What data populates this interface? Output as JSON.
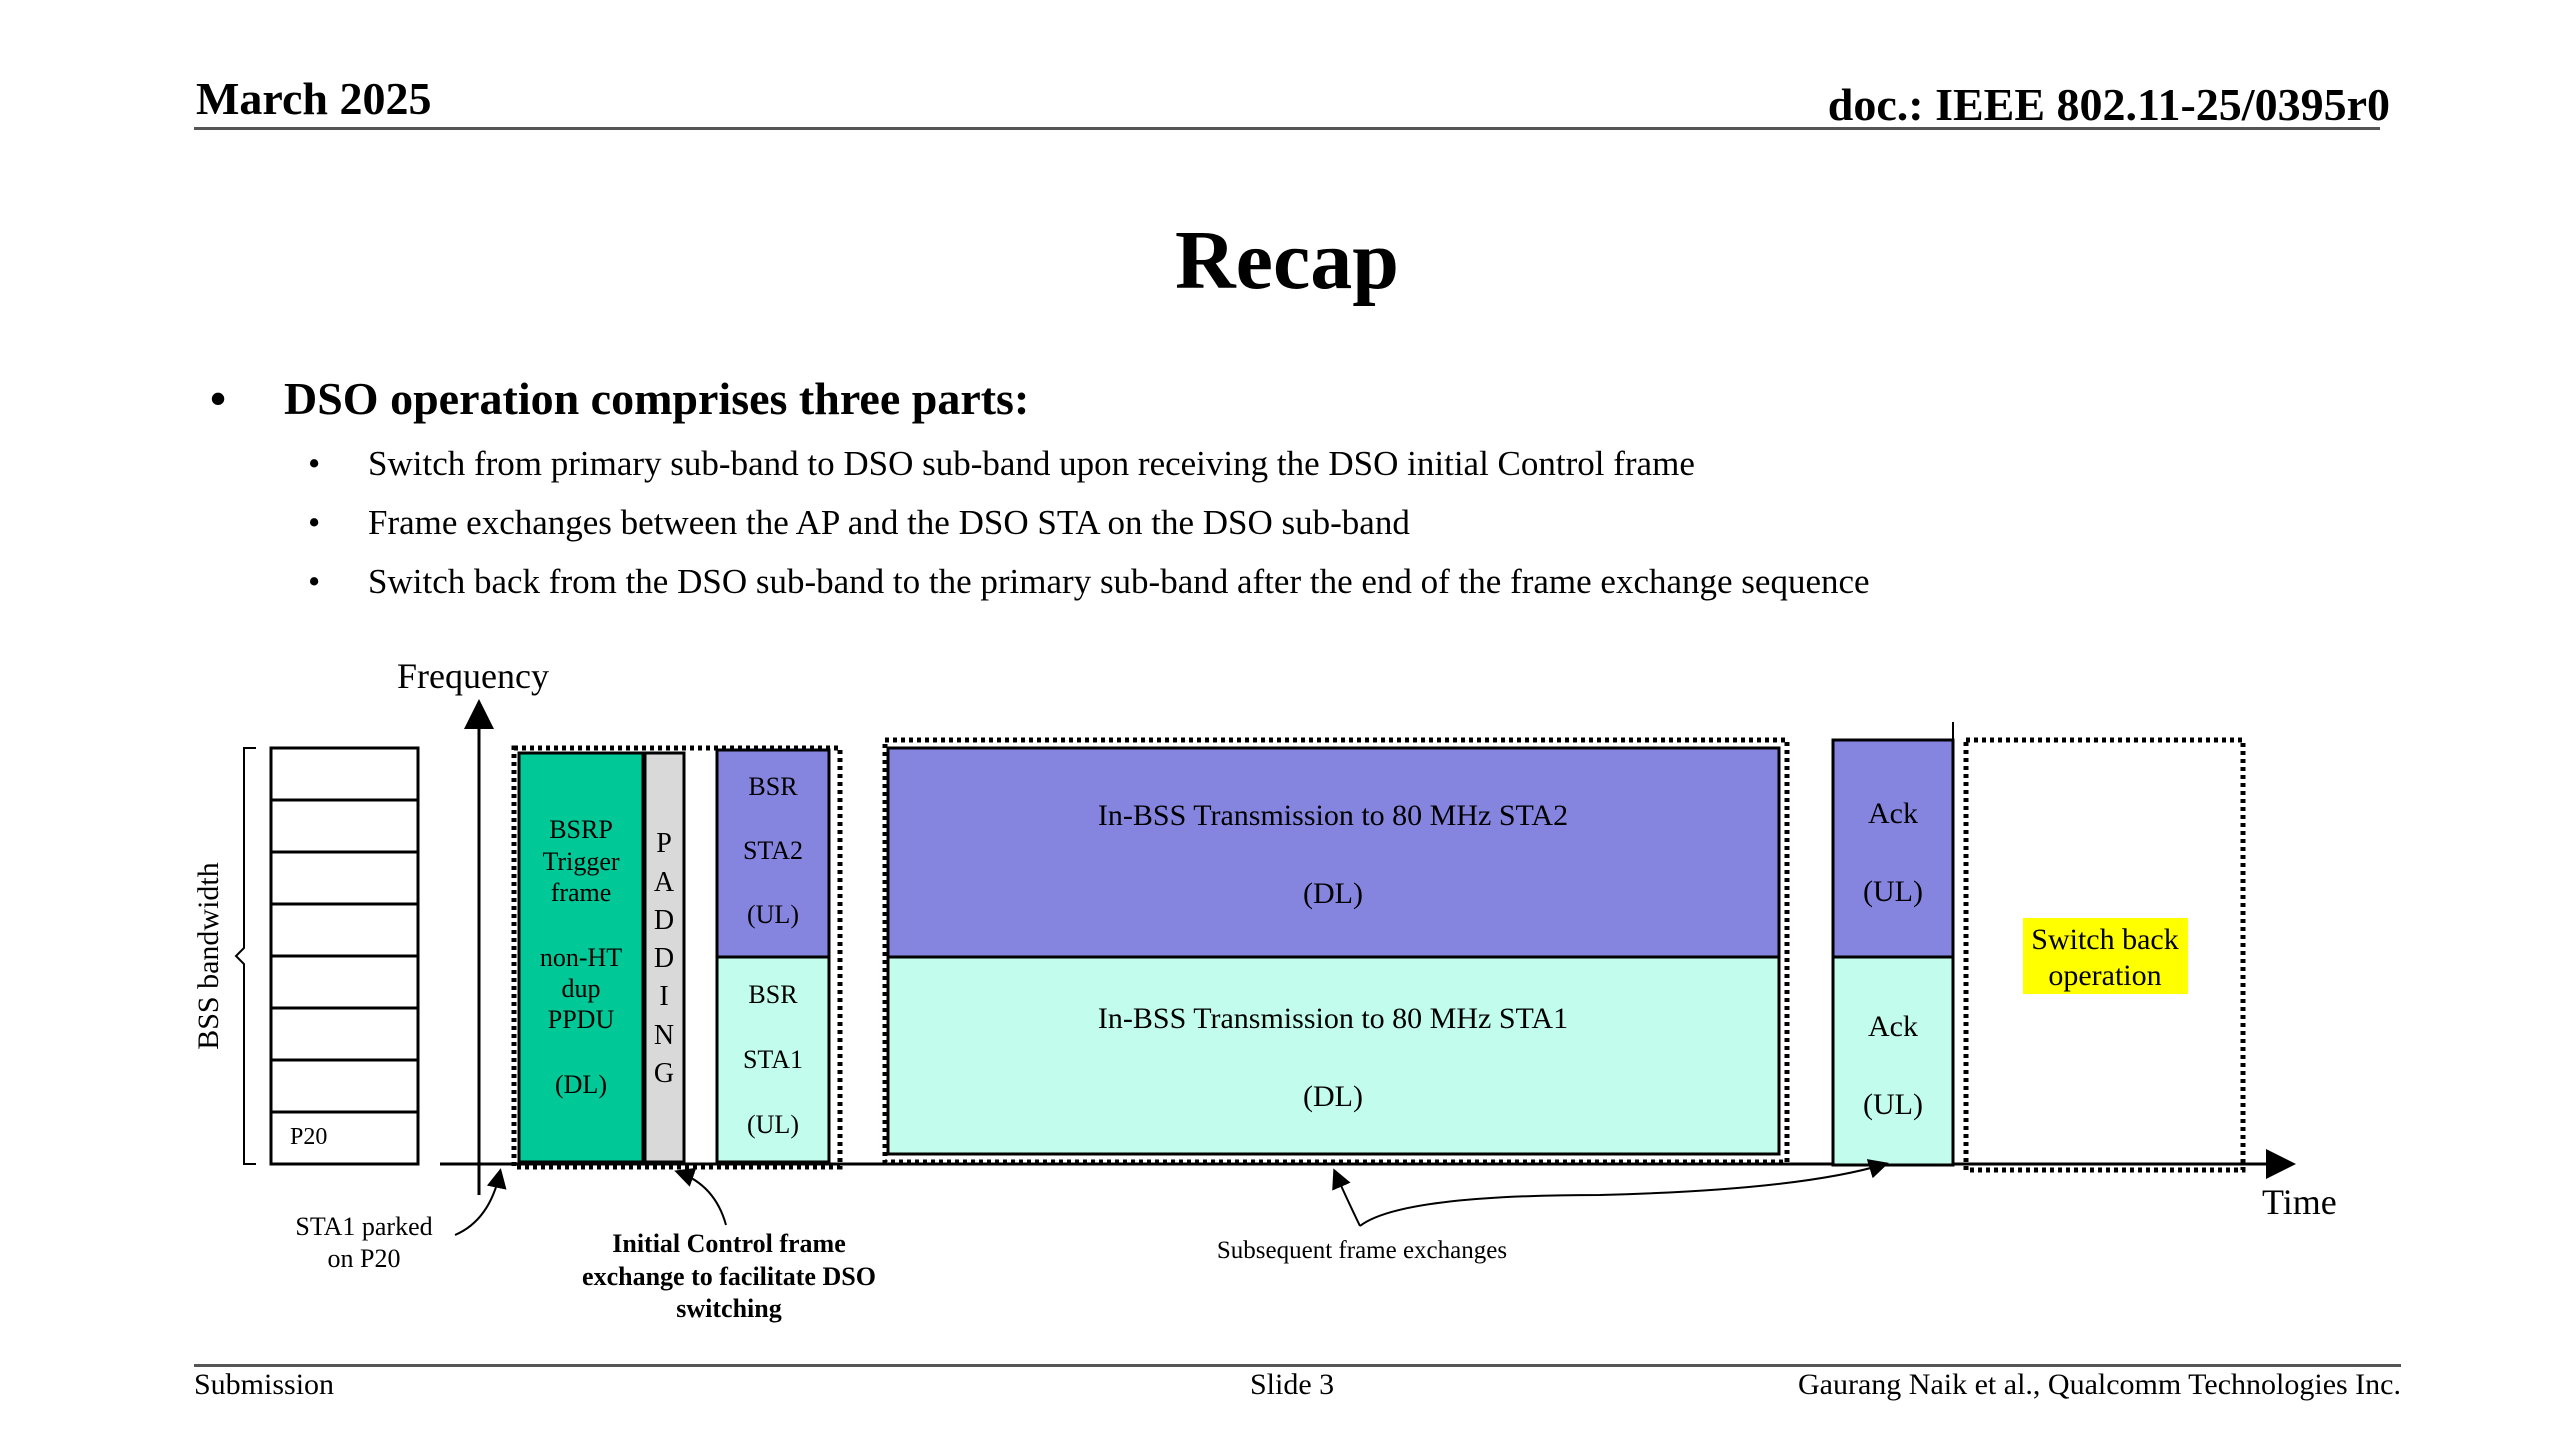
{
  "header": {
    "date": "March 2025",
    "doc": "doc.: IEEE 802.11-25/0395r0"
  },
  "title": "Recap",
  "bullet": {
    "main": "DSO operation comprises three parts:",
    "subs": [
      "Switch from primary sub-band to DSO sub-band upon receiving the DSO initial Control frame",
      "Frame exchanges between the AP and the DSO STA on the DSO sub-band",
      "Switch back from the DSO sub-band to the primary sub-band after the end of the frame exchange sequence"
    ]
  },
  "diagram": {
    "y_axis_label": "Frequency",
    "x_axis_label": "Time",
    "bss_label": "BSS bandwidth",
    "p20": "P20",
    "bsrp": [
      "BSRP",
      "Trigger",
      "frame",
      "non-HT",
      "dup",
      "PPDU",
      "(DL)"
    ],
    "padding": [
      "P",
      "A",
      "D",
      "D",
      "I",
      "N",
      "G"
    ],
    "bsr_sta2": [
      "BSR",
      "STA2",
      "(UL)"
    ],
    "bsr_sta1": [
      "BSR",
      "STA1",
      "(UL)"
    ],
    "tx_sta2": [
      "In-BSS Transmission to 80 MHz STA2",
      "(DL)"
    ],
    "tx_sta1": [
      "In-BSS Transmission to 80 MHz STA1",
      "(DL)"
    ],
    "ack_top": [
      "Ack",
      "(UL)"
    ],
    "ack_bottom": [
      "Ack",
      "(UL)"
    ],
    "switch_back": [
      "Switch back",
      "operation"
    ],
    "note_parked": [
      "STA1 parked",
      "on P20"
    ],
    "note_initial": [
      "Initial Control frame",
      "exchange to facilitate DSO",
      "switching"
    ],
    "note_subsequent": "Subsequent frame exchanges",
    "colors": {
      "green": "#00c896",
      "purple": "#8585e0",
      "cyan": "#c2fcec",
      "padding": "#d9d9d9",
      "highlight": "#ffff00"
    }
  },
  "footer": {
    "left": "Submission",
    "center": "Slide 3",
    "right": "Gaurang Naik et al., Qualcomm Technologies Inc."
  }
}
